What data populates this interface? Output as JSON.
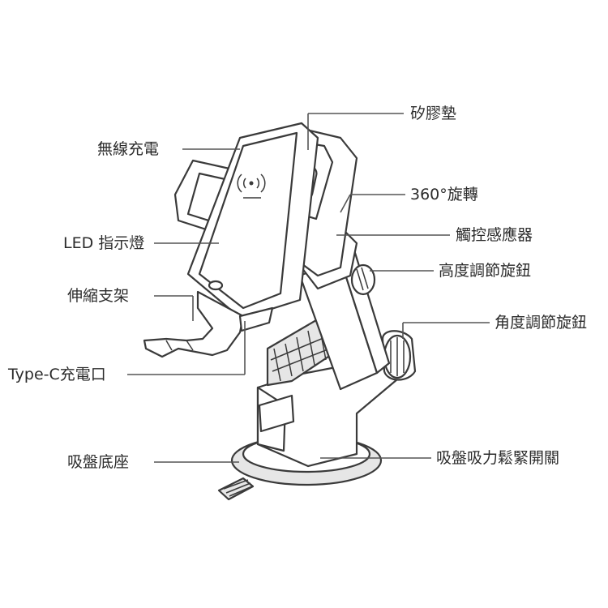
{
  "labels": {
    "silicone_pad": "矽膠墊",
    "wireless_charging": "無線充電",
    "rotation_360": "360°旋轉",
    "touch_sensor": "觸控感應器",
    "led_indicator": "LED 指示燈",
    "height_knob": "高度調節旋鈕",
    "telescopic_bracket": "伸縮支架",
    "angle_knob": "角度調節旋鈕",
    "typec_port": "Type-C充電口",
    "suction_base": "吸盤底座",
    "suction_lever": "吸盤吸力鬆緊開關"
  }
}
